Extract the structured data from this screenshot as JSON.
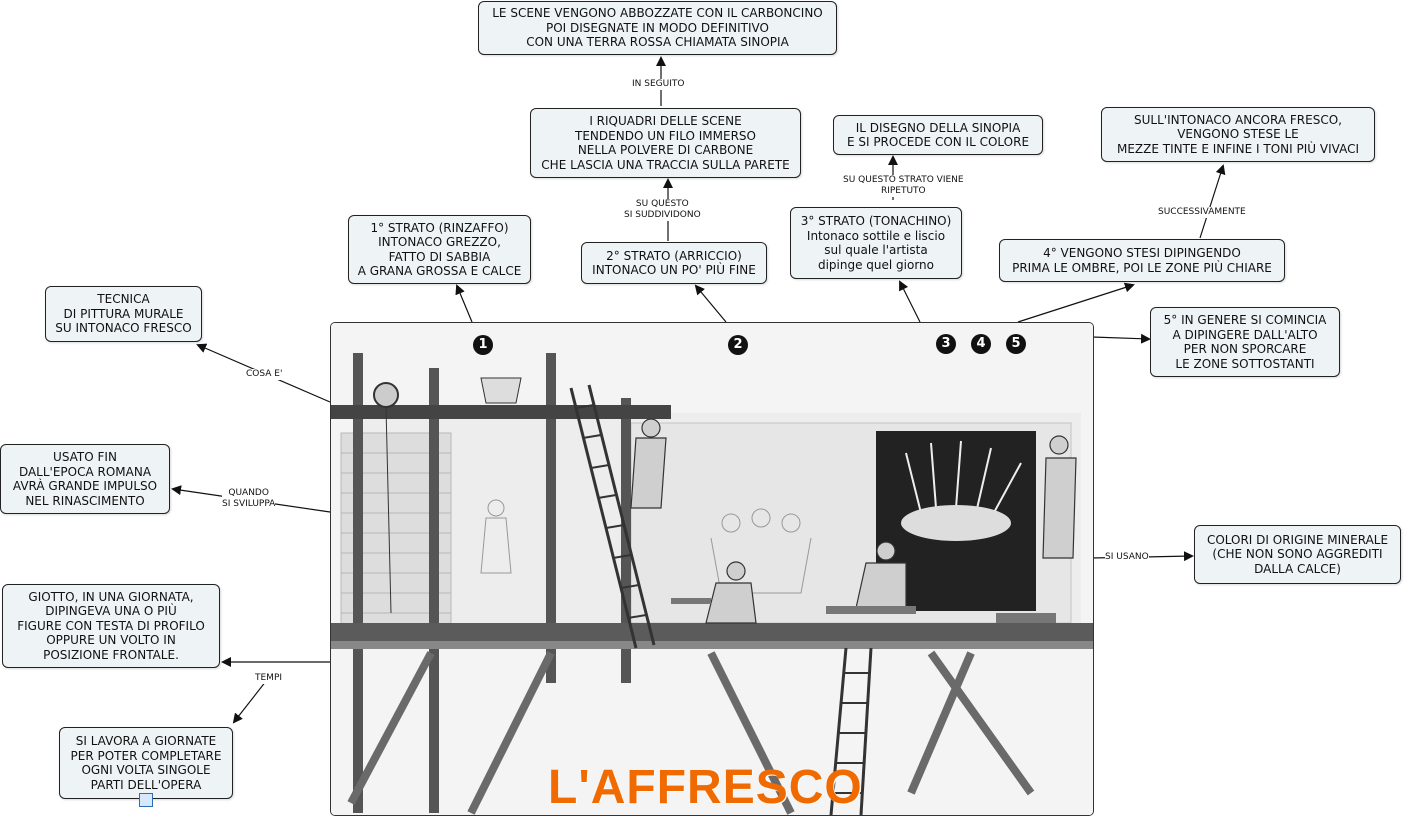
{
  "title": "L'AFFRESCO",
  "nodes": {
    "sinopia_top": "LE SCENE VENGONO ABBOZZATE CON IL CARBONCINO\nPOI DISEGNATE IN MODO DEFINITIVO\nCON UNA TERRA ROSSA CHIAMATA SINOPIA",
    "riquadri": "I RIQUADRI DELLE SCENE\nTENDENDO UN FILO IMMERSO\nNELLA POLVERE DI CARBONE\nCHE LASCIA UNA TRACCIA SULLA PARETE",
    "disegno_sinopia": "IL DISEGNO DELLA SINOPIA\nE SI PROCEDE CON IL COLORE",
    "mezze_tinte": "SULL'INTONACO ANCORA FRESCO,\nVENGONO STESE LE\nMEZZE TINTE E INFINE I TONI PIÙ VIVACI",
    "strato1": "1° STRATO (RINZAFFO)\nINTONACO GREZZO,\nFATTO DI SABBIA\nA GRANA GROSSA E CALCE",
    "strato2": "2° STRATO (ARRICCIO)\nINTONACO UN PO' PIÙ FINE",
    "strato3": "3° STRATO (TONACHINO)\nIntonaco sottile e liscio\nsul quale l'artista\ndipinge quel giorno",
    "strato4": "4°  VENGONO STESI DIPINGENDO\nPRIMA LE OMBRE, POI LE ZONE PIÙ CHIARE",
    "strato5": "5° IN GENERE SI COMINCIA\nA DIPINGERE DALL'ALTO\nPER NON SPORCARE\nLE ZONE SOTTOSTANTI",
    "tecnica": "TECNICA\nDI PITTURA MURALE\nSU INTONACO FRESCO",
    "epoca": "USATO FIN\nDALL'EPOCA ROMANA\nAVRÀ GRANDE IMPULSO\nNEL RINASCIMENTO",
    "giotto": "GIOTTO, IN UNA GIORNATA,\nDIPINGEVA UNA O PIÙ\nFIGURE CON TESTA DI PROFILO\nOPPURE UN VOLTO IN\nPOSIZIONE FRONTALE.",
    "giornate": "SI LAVORA A GIORNATE\nPER POTER COMPLETARE\nOGNI VOLTA SINGOLE\nPARTI DELL'OPERA",
    "colori": "COLORI DI ORIGINE MINERALE\n(CHE NON SONO AGGREDITI\nDALLA CALCE)"
  },
  "links": {
    "in_seguito": "IN SEGUITO",
    "su_questo": "SU QUESTO\nSI SUDDIVIDONO",
    "ripetuto": "SU QUESTO STRATO VIENE\nRIPETUTO",
    "successivamente": "SUCCESSIVAMENTE",
    "cosa_e": "COSA E'",
    "quando": "QUANDO\nSI SVILUPPA",
    "tempi": "TEMPI",
    "si_usano": "SI USANO"
  },
  "markers": [
    "1",
    "2",
    "3",
    "4",
    "5"
  ],
  "colors": {
    "title": "#f06a00",
    "node_fill": "#eef3f5",
    "node_border": "#222222"
  },
  "icons": {
    "attachment": "image-icon"
  }
}
